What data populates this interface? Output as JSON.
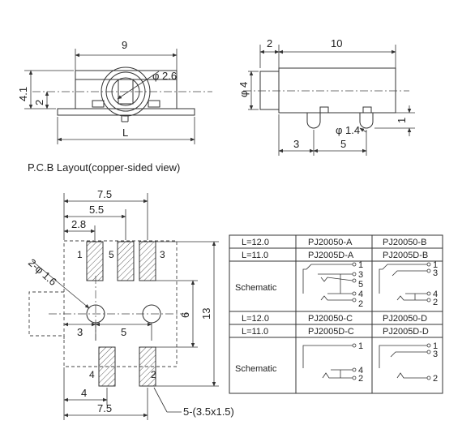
{
  "top_view": {
    "width": "9",
    "height_41": "4.1",
    "height_2": "2",
    "hole_dia": "φ 2.6",
    "length": "L"
  },
  "side_view": {
    "front": "2",
    "body": "10",
    "dia": "φ 4",
    "peg_dia": "φ 1.4",
    "peg_h": "1",
    "off_3": "3",
    "off_5": "5"
  },
  "pcb": {
    "title": "P.C.B Layout(copper-sided view)",
    "d75": "7.5",
    "d55": "5.5",
    "d28": "2.8",
    "holes": "2-φ 1.6",
    "d3": "3",
    "d5": "5",
    "d6": "6",
    "d13": "13",
    "d4": "4",
    "d75b": "7.5",
    "pad_note": "5-(3.5x1.5)",
    "pins": [
      "1",
      "5",
      "3",
      "4",
      "2"
    ]
  },
  "table": {
    "r1": [
      "L=12.0",
      "PJ20050-A",
      "PJ20050-B"
    ],
    "r2": [
      "L=11.0",
      "PJ2005D-A",
      "PJ2005D-B"
    ],
    "r3": "Schematic",
    "r4": [
      "L=12.0",
      "PJ20050-C",
      "PJ20050-D"
    ],
    "r5": [
      "L=11.0",
      "PJ2005D-C",
      "PJ2005D-D"
    ],
    "r6": "Schematic",
    "schA": [
      "1",
      "3",
      "5",
      "4",
      "2"
    ],
    "schB": [
      "1",
      "3",
      "4",
      "2"
    ],
    "schC": [
      "1",
      "4",
      "2"
    ],
    "schD": [
      "1",
      "3",
      "2"
    ]
  }
}
